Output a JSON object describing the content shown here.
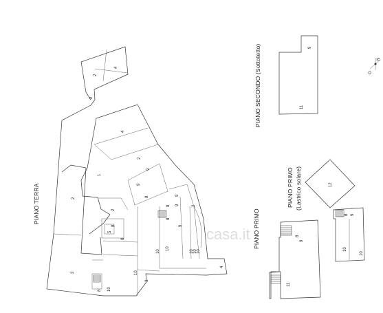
{
  "titles": {
    "piano_terra": "PIANO TERRA",
    "piano_primo": "PIANO PRIMO",
    "piano_primo_lastrico": "PIANO PRIMO",
    "lastrico": "(Lastrico solare)",
    "piano_secondo": "PIANO SECONDO (Sottotetto)"
  },
  "compass": {
    "n": "N",
    "o": "O"
  },
  "watermark": "casa.it",
  "rooms_terra": [
    "2",
    "4",
    "2",
    "4",
    "2",
    "9",
    "9",
    "8",
    "1",
    "2",
    "9",
    "8",
    "8",
    "9",
    "2",
    "9",
    "2",
    "5",
    "8",
    "8",
    "3",
    "10",
    "10",
    "10",
    "10",
    "10",
    "10",
    "3",
    "4",
    "10",
    "8"
  ],
  "rooms_primo": [
    "9",
    "11",
    "8"
  ],
  "rooms_lastrico": [
    "12",
    "8",
    "9",
    "10",
    "10"
  ],
  "rooms_secondo": [
    "9",
    "11"
  ]
}
